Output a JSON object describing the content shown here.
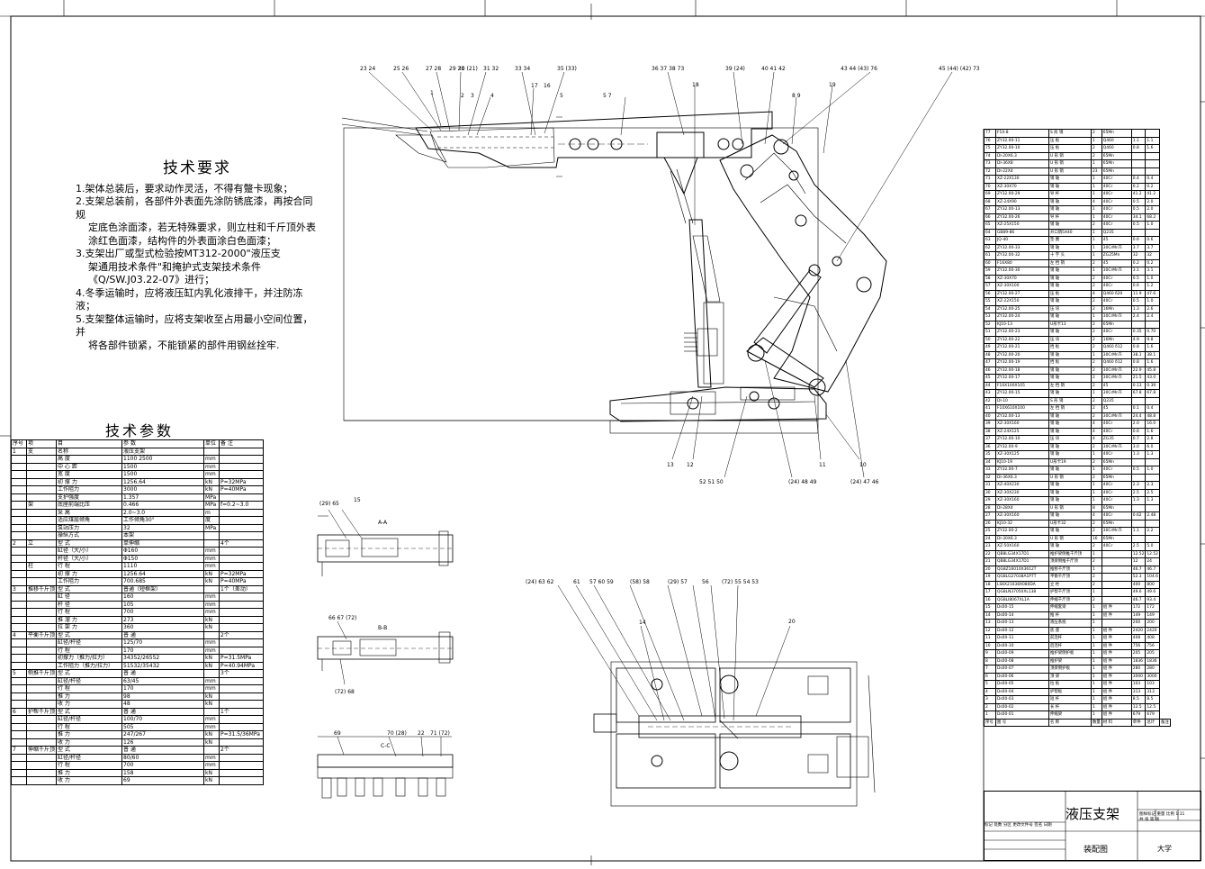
{
  "drawing": {
    "title": "液压支架",
    "subtitle": "装配图",
    "institution": "大学",
    "title_block_small": [
      "标记",
      "处数",
      "分区",
      "更改文件号",
      "签名",
      "日期"
    ],
    "title_block_right": [
      "图样标记",
      "重量",
      "比例",
      "1:11",
      "共 张",
      "第 张"
    ]
  },
  "requirements": {
    "heading": "技术要求",
    "items": [
      "1.架体总装后，要求动作灵活，不得有蹩卡现象；",
      "2.支架总装前，各部件外表面先涂防锈底漆，再按合同规",
      "定底色涂面漆，若无特殊要求，则立柱和千斤顶外表",
      "涂红色面漆，结构件的外表面涂白色面漆；",
      "3.支架出厂或型式检验按MT312-2000\"液压支",
      "架通用技术条件\"和掩护式支架技术条件",
      "《Q/SW.J03.22-07》进行；",
      "4.冬季运输时，应将液压缸内乳化液排干，并注防冻液；",
      "5.支架整体运输时，应将支架收至占用最小空间位置，并",
      "将各部件锁紧，不能锁紧的部件用钢丝拴牢."
    ]
  },
  "params": {
    "heading": "技术参数",
    "header": [
      "序号",
      "项",
      "目",
      "参",
      "数",
      "单位",
      "备",
      "注"
    ],
    "rows": [
      [
        "1",
        "支",
        "名称",
        "液压支架",
        "",
        ""
      ],
      [
        "",
        "",
        "高 度",
        "1100 2500",
        "mm",
        ""
      ],
      [
        "",
        "",
        "中 心 距",
        "1500",
        "mm",
        ""
      ],
      [
        "",
        "",
        "宽 度",
        "1500",
        "mm",
        ""
      ],
      [
        "",
        "",
        "初 撑 力",
        "1256.64",
        "kN",
        "P=32MPa"
      ],
      [
        "",
        "",
        "工作阻力",
        "3000",
        "kN",
        "P=40MPa"
      ],
      [
        "",
        "",
        "支护强度",
        "1.357",
        "MPa",
        ""
      ],
      [
        "",
        "架",
        "底座前端比压",
        "0.466",
        "MPa",
        "f=0.2~3.0"
      ],
      [
        "",
        "",
        "采 高",
        "2.0~3.0",
        "m",
        ""
      ],
      [
        "",
        "",
        "适应煤层倾角",
        "工作倾角30°",
        "度",
        ""
      ],
      [
        "",
        "",
        "泵站压力",
        "32",
        "MPa",
        ""
      ],
      [
        "",
        "",
        "操纵方式",
        "本架",
        "",
        ""
      ],
      [
        "2",
        "立",
        "型 式",
        "单伸缩",
        "",
        "4个"
      ],
      [
        "",
        "",
        "缸径（大/小）",
        "Φ160",
        "mm",
        ""
      ],
      [
        "",
        "",
        "杆径（大/小）",
        "Φ150",
        "mm",
        ""
      ],
      [
        "",
        "柱",
        "行 程",
        "1110",
        "mm",
        ""
      ],
      [
        "",
        "",
        "初 撑 力",
        "1256.64",
        "kN",
        "P=32MPa"
      ],
      [
        "",
        "",
        "工作阻力",
        "700.685",
        "kN",
        "P=40MPa"
      ],
      [
        "3",
        "推移千斤顶",
        "型 式",
        "普通（短框架）",
        "",
        "1个（差动）"
      ],
      [
        "",
        "",
        "缸 径",
        "160",
        "mm",
        ""
      ],
      [
        "",
        "",
        "杆 径",
        "105",
        "mm",
        ""
      ],
      [
        "",
        "",
        "行 程",
        "700",
        "mm",
        ""
      ],
      [
        "",
        "",
        "推 溜 力",
        "273",
        "kN",
        ""
      ],
      [
        "",
        "",
        "拉 架 力",
        "360",
        "kN",
        ""
      ],
      [
        "4",
        "平衡千斤顶",
        "型 式",
        "普 通",
        "",
        "2个"
      ],
      [
        "",
        "",
        "缸径/杆径",
        "125/70",
        "mm",
        ""
      ],
      [
        "",
        "",
        "行 程",
        "170",
        "mm",
        ""
      ],
      [
        "",
        "",
        "初撑力（推力/拉力）",
        "34352/26552",
        "kN",
        "P=31.5MPa"
      ],
      [
        "",
        "",
        "工作阻力（推力/拉力）",
        "51532/35432",
        "kN",
        "P=40.94MPa"
      ],
      [
        "5",
        "侧推千斤顶",
        "型 式",
        "普 通",
        "",
        "3个"
      ],
      [
        "",
        "",
        "缸径/杆径",
        "63/45",
        "mm",
        ""
      ],
      [
        "",
        "",
        "行 程",
        "170",
        "mm",
        ""
      ],
      [
        "",
        "",
        "推 力",
        "98",
        "kN",
        ""
      ],
      [
        "",
        "",
        "收 力",
        "48",
        "kN",
        ""
      ],
      [
        "6",
        "护帮千斤顶",
        "型 式",
        "普 通",
        "",
        "1个"
      ],
      [
        "",
        "",
        "缸径/杆径",
        "100/70",
        "mm",
        ""
      ],
      [
        "",
        "",
        "行 程",
        "505",
        "mm",
        ""
      ],
      [
        "",
        "",
        "推 力",
        "247/267",
        "kN",
        "P=31.5/36MPa"
      ],
      [
        "",
        "",
        "收 力",
        "126",
        "kN",
        ""
      ],
      [
        "7",
        "伸缩千斤顶",
        "型 式",
        "普 通",
        "",
        "2个"
      ],
      [
        "",
        "",
        "缸径/杆径",
        "80/60",
        "mm",
        ""
      ],
      [
        "",
        "",
        "行 程",
        "700",
        "mm",
        ""
      ],
      [
        "",
        "",
        "推 力",
        "158",
        "kN",
        ""
      ],
      [
        "",
        "",
        "收 力",
        "69",
        "kN",
        ""
      ]
    ]
  },
  "parts": {
    "rows": [
      [
        "77",
        "F10-8",
        "S 形 销",
        "2",
        "65Mn",
        "",
        ""
      ],
      [
        "76",
        "ZY32.00-11",
        "压 板",
        "1",
        "Q460",
        "1.1",
        "1.1"
      ],
      [
        "75",
        "ZY32.00-10",
        "压 板",
        "2",
        "Q460",
        "0.8",
        "1.6"
      ],
      [
        "74",
        "DI-20X6.3",
        "U 形 销",
        "2",
        "65Mn",
        "",
        ""
      ],
      [
        "73",
        "DI-36X8",
        "U 形 销",
        "1",
        "65Mn",
        "",
        ""
      ],
      [
        "72",
        "DI-22X4",
        "U 形 销",
        "23",
        "65Mn",
        "",
        ""
      ],
      [
        "71",
        "XZ-22X130",
        "销 轴",
        "1",
        "40Cr",
        "0.4",
        "0.4"
      ],
      [
        "70",
        "XZ-30X70",
        "销 轴",
        "1",
        "40Cr",
        "0.2",
        "0.2"
      ],
      [
        "69",
        "ZY32.00-29",
        "导 杆",
        "1",
        "40Cr",
        "41.2",
        "41.2"
      ],
      [
        "68",
        "XZ-24X90",
        "销 轴",
        "4",
        "40Cr",
        "0.5",
        "2.0"
      ],
      [
        "67",
        "ZY32.00-13",
        "销 轴",
        "1",
        "40Cr",
        "0.5",
        "2.0"
      ],
      [
        "66",
        "ZY32.00-26",
        "导 杆",
        "1",
        "40Cr",
        "34.1",
        "68.2"
      ],
      [
        "65",
        "XZ-25X150",
        "销 轴",
        "2",
        "40Cr",
        "0.5",
        "1.0"
      ],
      [
        "64",
        "GB89-86",
        "开口销5X40",
        "1",
        "Q235",
        "",
        ""
      ],
      [
        "63",
        "JQ-40",
        "垫 圈",
        "1",
        "45",
        "0.6",
        "0.6"
      ],
      [
        "62",
        "ZY32.00-33",
        "销 轴",
        "1",
        "30CrMnTi",
        "3.7",
        "3.7"
      ],
      [
        "61",
        "ZY32.00-32",
        "十 字 头",
        "1",
        "ZG25Mn",
        "32",
        "32"
      ],
      [
        "60",
        "F16X80",
        "左 挡 销",
        "2",
        "45",
        "0.2",
        "0.2"
      ],
      [
        "59",
        "ZY32.00-30",
        "销 轴",
        "1",
        "30CrMnTi",
        "3.1",
        "3.1"
      ],
      [
        "58",
        "XZ-30X70",
        "销 轴",
        "2",
        "40Cr",
        "0.5",
        "1.0"
      ],
      [
        "57",
        "XZ-30X100",
        "销 轴",
        "2",
        "40Cr",
        "0.6",
        "1.2"
      ],
      [
        "56",
        "ZY32.00-27",
        "压 板",
        "4",
        "Q460 δ20",
        "11.9",
        "47.6"
      ],
      [
        "55",
        "XZ-22X150",
        "销 轴",
        "2",
        "40Cr",
        "0.5",
        "1.0"
      ],
      [
        "54",
        "ZY32.00-25",
        "压 块",
        "2",
        "16Mn",
        "1.3",
        "2.6"
      ],
      [
        "53",
        "ZY32.00-24",
        "销 轴",
        "1",
        "30CrMnTi",
        "2.4",
        "2.4"
      ],
      [
        "52",
        "KJ10-13",
        "U形卡13",
        "2",
        "65Mn",
        "",
        ""
      ],
      [
        "51",
        "ZY32.00-23",
        "销 轴",
        "2",
        "40Cr",
        "0.35",
        "0.70"
      ],
      [
        "50",
        "ZY32.00-22",
        "压 块",
        "2",
        "16Mn",
        "4.9",
        "9.8"
      ],
      [
        "49",
        "ZY32.00-21",
        "挡 板",
        "2",
        "Q460 δ12",
        "0.8",
        "1.6"
      ],
      [
        "48",
        "ZY32.00-20",
        "销 轴",
        "1",
        "30CrMnTi",
        "38.1",
        "38.1"
      ],
      [
        "47",
        "ZY32.00-19",
        "挡 板",
        "2",
        "Q460 δ12",
        "0.8",
        "1.6"
      ],
      [
        "46",
        "ZY32.00-18",
        "销 轴",
        "2",
        "30CrMnTi",
        "22.9",
        "45.8"
      ],
      [
        "45",
        "ZY32.00-17",
        "销 轴",
        "2",
        "30CrMnTi",
        "21.5",
        "43.0"
      ],
      [
        "44",
        "F10X100X105",
        "左 挡 销",
        "2",
        "45",
        "0.13",
        "0.39"
      ],
      [
        "43",
        "ZY32.00-15",
        "销 轴",
        "1",
        "30CrMnTi",
        "67.8",
        "67.8"
      ],
      [
        "42",
        "DI-10",
        "S 形 销",
        "2",
        "Q235",
        "",
        ""
      ],
      [
        "41",
        "F10X610X100",
        "左 挡 销",
        "2",
        "45",
        "0.1",
        "0.4"
      ],
      [
        "40",
        "ZY32.00-13",
        "销 轴",
        "2",
        "30CrMnTi",
        "24.4",
        "48.8"
      ],
      [
        "39",
        "XZ-30X160",
        "销 轴",
        "4",
        "40Cr",
        "2.0",
        "16.0"
      ],
      [
        "38",
        "XZ-24X125",
        "销 轴",
        "4",
        "40Cr",
        "0.6",
        "1.6"
      ],
      [
        "37",
        "ZY32.00-10",
        "压 块",
        "4",
        "ZG35",
        "0.7",
        "2.8"
      ],
      [
        "36",
        "ZY32.00-9",
        "销 轴",
        "2",
        "30CrMnTi",
        "3.0",
        "6.0"
      ],
      [
        "35",
        "XZ-30X125",
        "销 轴",
        "1",
        "40Cr",
        "1.3",
        "1.3"
      ],
      [
        "34",
        "KJ10-19",
        "U形卡19",
        "2",
        "65Mn",
        "",
        ""
      ],
      [
        "33",
        "ZY32.00-7",
        "销 轴",
        "1",
        "40Cr",
        "0.5",
        "1.0"
      ],
      [
        "32",
        "DI-36X6.3",
        "U 形 销",
        "2",
        "65Mn",
        "",
        ""
      ],
      [
        "31",
        "XZ-40X230",
        "销 轴",
        "1",
        "40Cr",
        "2.3",
        "2.3"
      ],
      [
        "30",
        "XZ-30X230",
        "销 轴",
        "1",
        "40Cr",
        "2.5",
        "2.5"
      ],
      [
        "29",
        "XZ-30X160",
        "销 轴",
        "1",
        "40Cr",
        "1.3",
        "1.3"
      ],
      [
        "28",
        "DI-28X4",
        "U 形 销",
        "8",
        "65Mn",
        "",
        ""
      ],
      [
        "27",
        "XZ-30X160",
        "销 轴",
        "4",
        "40Cr",
        "0.62",
        "2.48"
      ],
      [
        "26",
        "KJ10-32",
        "U形卡32",
        "2",
        "65Mn",
        "",
        ""
      ],
      [
        "25",
        "ZY32.00-2",
        "销 轴",
        "2",
        "30CrMnTi",
        "1.1",
        "2.2"
      ],
      [
        "24",
        "DI-30X6.3",
        "U 形 销",
        "16",
        "65Mn",
        "",
        ""
      ],
      [
        "23",
        "XZ-50X160",
        "销 轴",
        "2",
        "40Cr",
        "2.5",
        "5.0"
      ],
      [
        "22",
        "QB8LG34X17D1",
        "推护梁侧推千斤顶",
        "1",
        "",
        "12.52",
        "12.52"
      ],
      [
        "21",
        "QB8LG34X17D1",
        "顶梁侧推千斤顶",
        "2",
        "",
        "12",
        "24"
      ],
      [
        "20",
        "QG8Z16010X3612T",
        "推移千斤顶",
        "1",
        "",
        "46.7",
        "46.7"
      ],
      [
        "19",
        "QG8LG27038A1P7T",
        "平衡千斤顶",
        "2",
        "",
        "52.3",
        "104.6"
      ],
      [
        "18",
        "LS6X21038X080DA",
        "立 柱",
        "2",
        "",
        "400",
        "800"
      ],
      [
        "17",
        "QG8LN37050XL138",
        "护帮千斤顶",
        "1",
        "",
        "49.6",
        "49.6"
      ],
      [
        "16",
        "QG8LI8067XL1A",
        "伸缩千斤顶",
        "2",
        "",
        "46.7",
        "93.4"
      ],
      [
        "15",
        "Ds00-15",
        "伸缩套梁",
        "1",
        "组 件",
        "172",
        "172"
      ],
      [
        "14",
        "Ds00-14",
        "推 杆",
        "1",
        "组 件",
        "149",
        "149"
      ],
      [
        "13",
        "Ds00-13",
        "液压系统",
        "1",
        "",
        "200",
        "200"
      ],
      [
        "12",
        "Ds00-12",
        "底 座",
        "1",
        "组 件",
        "2420",
        "2420"
      ],
      [
        "11",
        "Ds00-11",
        "前连杆",
        "1",
        "组 件",
        "408",
        "408"
      ],
      [
        "10",
        "Ds00-10",
        "后连杆",
        "1",
        "组 件",
        "756",
        "756"
      ],
      [
        "9",
        "Ds00-09",
        "推护梁侧护板",
        "1",
        "组 件",
        "205",
        "205"
      ],
      [
        "8",
        "Ds00-08",
        "推护梁",
        "1",
        "组 件",
        "1836",
        "1836"
      ],
      [
        "7",
        "Ds00-07",
        "顶梁侧护板",
        "1",
        "组 件",
        "280",
        "280"
      ],
      [
        "6",
        "Ds00-06",
        "顶 梁",
        "1",
        "组 件",
        "3000",
        "3000"
      ],
      [
        "5",
        "Ds00-05",
        "拉 板",
        "1",
        "组 件",
        "103",
        "103"
      ],
      [
        "4",
        "Ds00-04",
        "护帮板",
        "1",
        "组 件",
        "313",
        "313"
      ],
      [
        "3",
        "Ds00-03",
        "短 杆",
        "1",
        "组 件",
        "8.5",
        "8.5"
      ],
      [
        "2",
        "Ds00-02",
        "长 杆",
        "1",
        "组 件",
        "12.5",
        "12.5"
      ],
      [
        "1",
        "Ds00-01",
        "伸缩梁",
        "1",
        "组 件",
        "679",
        "679"
      ]
    ],
    "footer": [
      "序号",
      "图 号",
      "名 称",
      "数量",
      "材 料",
      "单件",
      "总计",
      "备注"
    ]
  },
  "callouts": {
    "main_top": [
      "23 24",
      "25 26",
      "27 28",
      "29 21",
      "30 (21)",
      "31 32",
      "33 34",
      "35 (33)",
      "36 37 38 73",
      "39 (24)",
      "40 41 42",
      "43 44 (43) 76",
      "45 (44) (42) 73",
      "1",
      "2",
      "3",
      "4",
      "5 7",
      "17",
      "16",
      "5",
      "8 9",
      "19",
      "18"
    ],
    "main_bottom": [
      "13",
      "12",
      "52 51 50",
      "(24) 48 49",
      "11",
      "10",
      "(24) 47 46"
    ],
    "section_a": [
      "(29) 65",
      "15",
      "A-A"
    ],
    "section_b": [
      "66 67 (72)",
      "B-B",
      "(72) 68"
    ],
    "section_c": [
      "69",
      "70 (28)",
      "22",
      "71 (72)",
      "C-C"
    ],
    "plan_top": [
      "(24) 63 62",
      "61",
      "57 60 59",
      "(58) 58",
      "(29) 57",
      "56",
      "(72) 55 54 53",
      "20"
    ],
    "plan_side": [
      "14"
    ]
  }
}
